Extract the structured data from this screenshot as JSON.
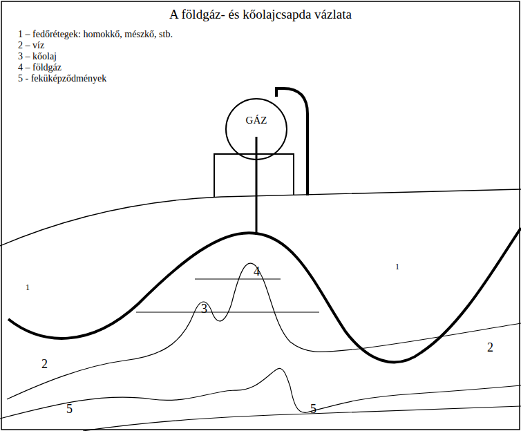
{
  "diagram": {
    "title": "A földgáz- és kőolajcsapda vázlata",
    "nodes": [
      {
        "text": [
          "GÁZ"
        ]
      }
    ],
    "labels": [
      "4",
      "1",
      "3",
      "1",
      "2",
      "2",
      "5",
      "5"
    ],
    "legend": [
      {
        "text": "1 – fedőrétegek: homokkő, mészkő, stb."
      },
      {
        "text": "2 – víz"
      },
      {
        "text": "3 – kőolaj"
      },
      {
        "text": "4 – földgáz"
      },
      {
        "text": "5 - feküképződmények"
      }
    ]
  }
}
